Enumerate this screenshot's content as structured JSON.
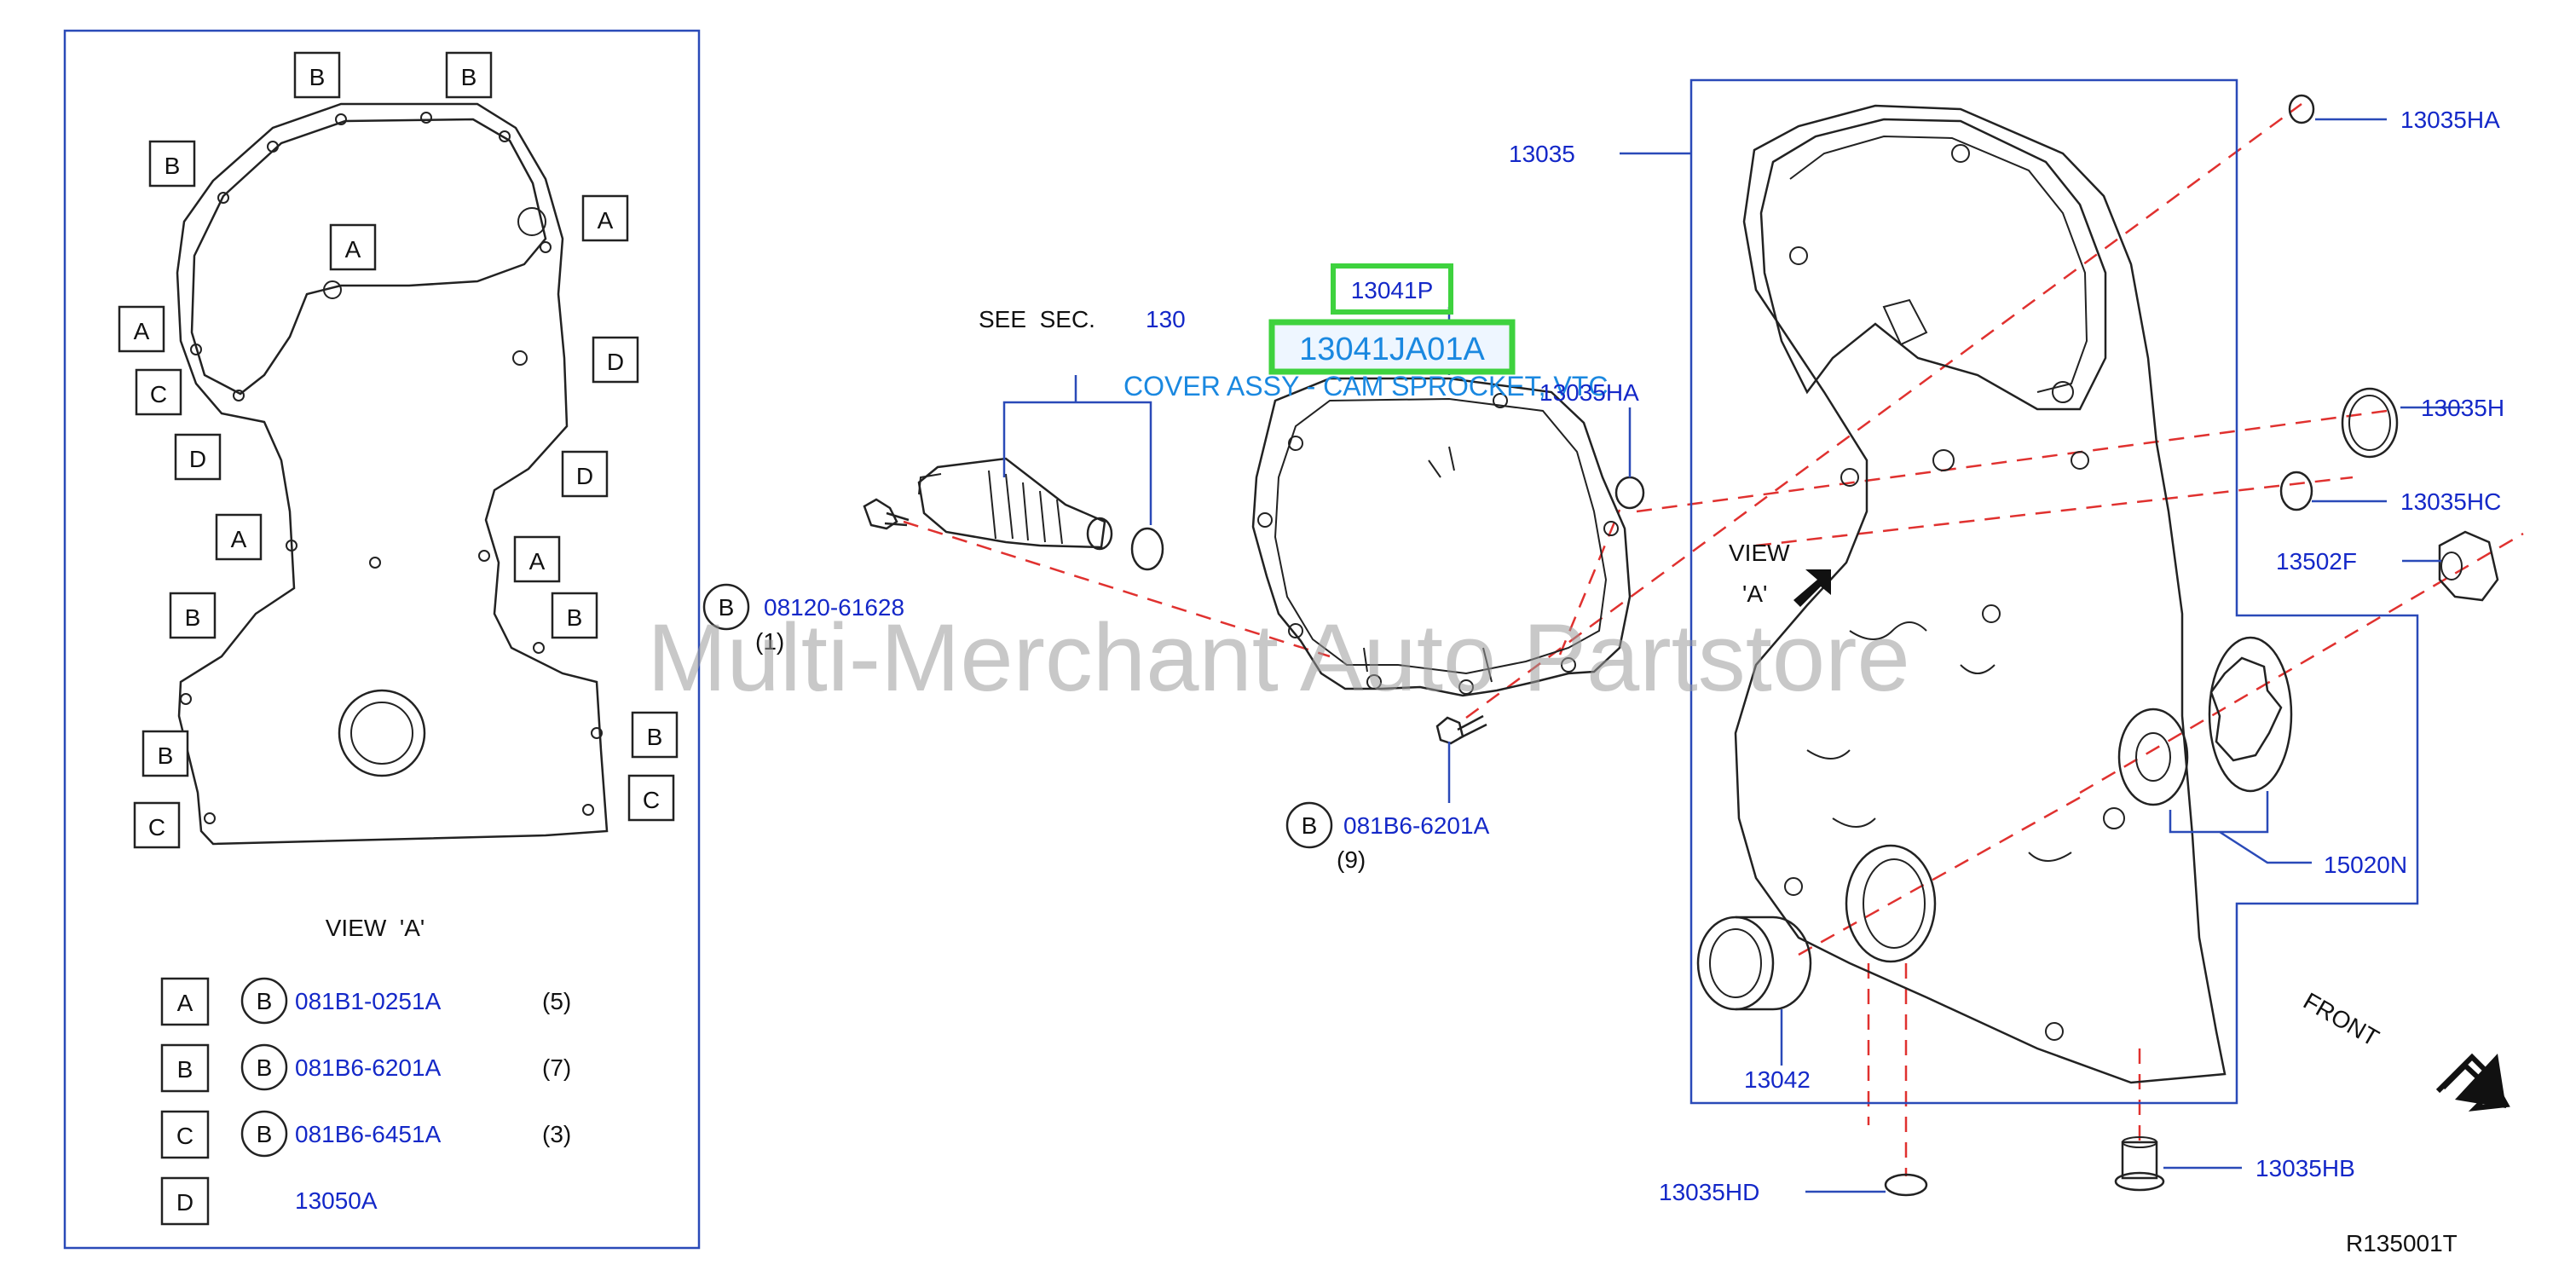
{
  "view_panel": {
    "letters_top": [
      "B",
      "B"
    ],
    "letters_left": [
      "B",
      "A",
      "C",
      "D",
      "A",
      "B",
      "B",
      "C"
    ],
    "letters_right": [
      "A",
      "D",
      "D",
      "A",
      "B",
      "B",
      "C"
    ],
    "letter_inner": "A",
    "title": "VIEW  'A'",
    "legend": [
      {
        "key": "A",
        "circle": "B",
        "part": "081B1-0251A",
        "qty": "(5)"
      },
      {
        "key": "B",
        "circle": "B",
        "part": "081B6-6201A",
        "qty": "(7)"
      },
      {
        "key": "C",
        "circle": "B",
        "part": "081B6-6451A",
        "qty": "(3)"
      },
      {
        "key": "D",
        "circle": "",
        "part": "13050A",
        "qty": ""
      }
    ]
  },
  "see_sec": {
    "text": "SEE  SEC.",
    "number": "130"
  },
  "highlight": {
    "part_short": "13041P",
    "part_full": "13041JA01A",
    "description": "COVER ASSY - CAM SPROCKET, VTC"
  },
  "labels": {
    "p13035HA_top": "13035HA",
    "p13035": "13035",
    "p13035HA": "13035HA",
    "p13035H": "13035H",
    "p13035HC": "13035HC",
    "p13502F": "13502F",
    "p15020N": "15020N",
    "p13042": "13042",
    "p13035HD": "13035HD",
    "p13035HB": "13035HB",
    "view_a_line1": "VIEW",
    "view_a_line2": "'A'",
    "front": "FRONT",
    "ref": "R135001T"
  },
  "bolts": [
    {
      "circle": "B",
      "part": "08120-61628",
      "qty": "(1)"
    },
    {
      "circle": "B",
      "part": "081B6-6201A",
      "qty": "(9)"
    }
  ],
  "watermark": "Multi-Merchant Auto Partstore",
  "colors": {
    "part_blue": "#1428c8",
    "callout_blue": "#1a88e0",
    "highlight_green": "#3ed23e",
    "leader_red": "#e0312f",
    "frame_blue": "#2a4ab8"
  }
}
